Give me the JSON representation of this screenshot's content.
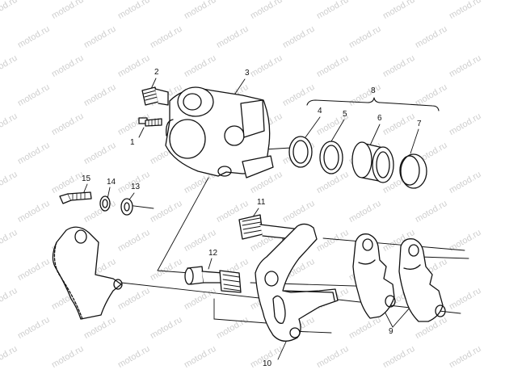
{
  "watermark": "motod.ru",
  "callouts": [
    {
      "key": "1",
      "label": "1"
    },
    {
      "key": "2",
      "label": "2"
    },
    {
      "key": "3",
      "label": "3"
    },
    {
      "key": "4",
      "label": "4"
    },
    {
      "key": "5",
      "label": "5"
    },
    {
      "key": "6",
      "label": "6"
    },
    {
      "key": "7",
      "label": "7"
    },
    {
      "key": "8",
      "label": "8"
    },
    {
      "key": "9",
      "label": "9"
    },
    {
      "key": "10",
      "label": "10"
    },
    {
      "key": "11",
      "label": "11"
    },
    {
      "key": "12",
      "label": "12"
    },
    {
      "key": "13",
      "label": "13"
    },
    {
      "key": "14",
      "label": "14"
    },
    {
      "key": "15",
      "label": "15"
    }
  ]
}
